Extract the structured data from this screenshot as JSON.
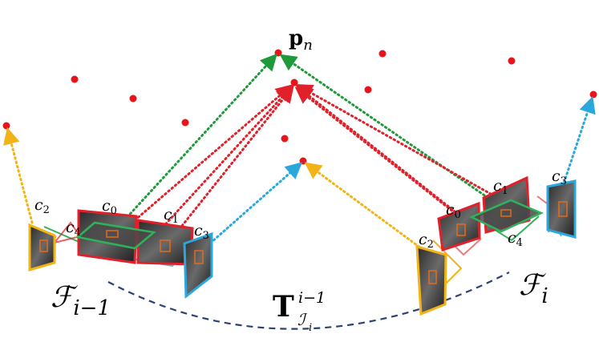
{
  "labels": {
    "point": "p",
    "point_sub": "n",
    "frame_prev": "ℱ",
    "frame_prev_sub": "i−1",
    "frame_cur": "ℱ",
    "frame_cur_sub": "i",
    "transform": "T",
    "transform_sub": "ℐ",
    "transform_sub_sub": "i",
    "transform_sup": "i−1",
    "rig_left": {
      "c0": "c",
      "c0_sub": "0",
      "c1": "c",
      "c1_sub": "1",
      "c2": "c",
      "c2_sub": "2",
      "c3": "c",
      "c3_sub": "3",
      "c4": "c",
      "c4_sub": "4"
    },
    "rig_right": {
      "c0": "c",
      "c0_sub": "0",
      "c1": "c",
      "c1_sub": "1",
      "c2": "c",
      "c2_sub": "2",
      "c3": "c",
      "c3_sub": "3",
      "c4": "c",
      "c4_sub": "4"
    }
  },
  "colors": {
    "landmark": "#e8141c",
    "cam_red": "#e0202a",
    "cam_yellow": "#f2b316",
    "cam_blue": "#2aa8dc",
    "cam_green": "#2fb35a",
    "ray_green": "#1f9a3a",
    "ray_red": "#e0202a",
    "ray_blue": "#2aa8dc",
    "ray_yellow": "#f2b316",
    "arc": "#2c4170"
  }
}
